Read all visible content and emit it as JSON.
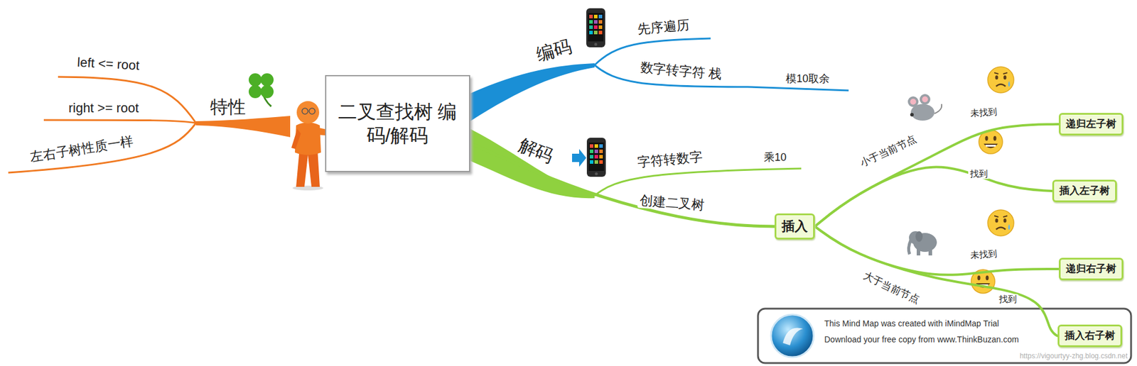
{
  "diagram": {
    "nodes": [
      {
        "text": [
          "二叉查找树 编码/解码"
        ]
      },
      {
        "text": [
          "插入"
        ]
      },
      {
        "text": [
          "递归左子树"
        ]
      },
      {
        "text": [
          "插入左子树"
        ]
      },
      {
        "text": [
          "递归右子树"
        ]
      },
      {
        "text": [
          "插入右子树"
        ]
      }
    ],
    "edges": [
      {
        "from": 0,
        "to": 1,
        "label": "创建二叉树",
        "arrow": "none"
      },
      {
        "from": 1,
        "to": 2,
        "label": "未找到",
        "arrow": "none"
      },
      {
        "from": 1,
        "to": 3,
        "label": "找到",
        "arrow": "none"
      },
      {
        "from": 1,
        "to": 4,
        "label": "未找到",
        "arrow": "none"
      },
      {
        "from": 1,
        "to": 5,
        "label": "找到",
        "arrow": "none"
      }
    ],
    "labels": [
      "特性",
      "left <= root",
      "right >= root",
      "左右子树性质一样",
      "编码",
      "先序遍历",
      "数字转字符 栈",
      "模10取余",
      "解码",
      "字符转数字",
      "乘10",
      "小于当前节点",
      "大于当前节点",
      "This Mind Map was created with iMindMap Trial",
      "Download your free copy from www.ThinkBuzan.com",
      "https://vigourtyy-zhg.blog.csdn.net"
    ]
  }
}
